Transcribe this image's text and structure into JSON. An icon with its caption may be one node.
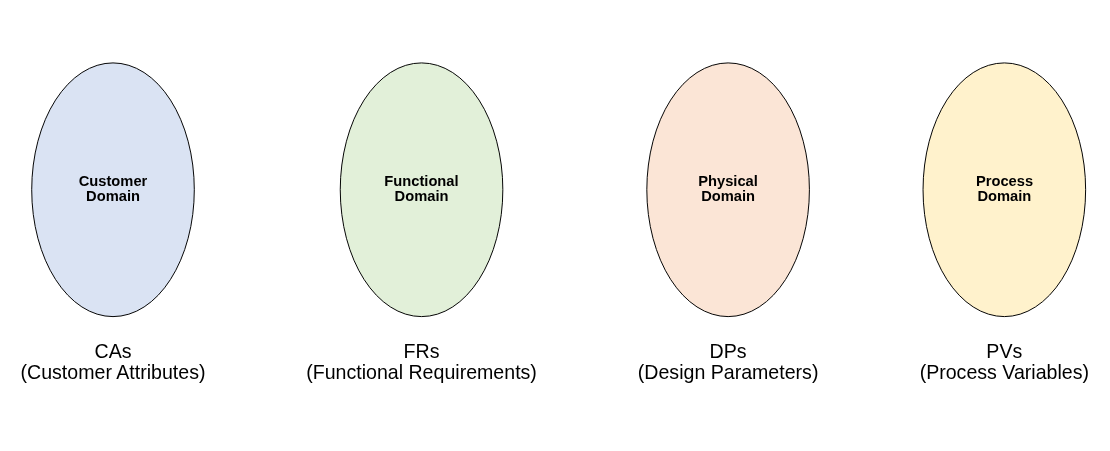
{
  "diagram": {
    "nodes": [
      {
        "text": [
          "Customer Domain"
        ],
        "beside": [
          "CAs (Customer Attributes)"
        ]
      },
      {
        "text": [
          "Functional Domain"
        ],
        "beside": [
          "FRs (Functional Requirements)"
        ]
      },
      {
        "text": [
          "Physical Domain"
        ],
        "beside": [
          "DPs (Design Parameters)"
        ]
      },
      {
        "text": [
          "Process Domain"
        ],
        "beside": [
          "PVs (Process Variables)"
        ]
      }
    ],
    "edges": []
  }
}
